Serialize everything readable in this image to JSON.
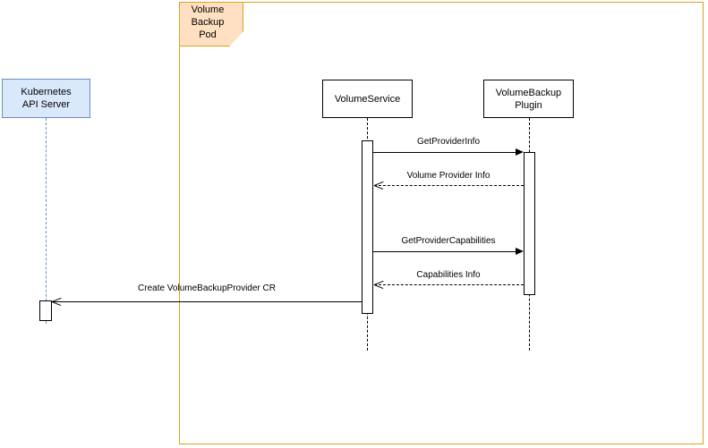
{
  "diagram": {
    "type": "uml-sequence-diagram",
    "frame": {
      "label": "Volume Backup Pod",
      "label_lines": [
        "Volume",
        "Backup",
        "Pod"
      ],
      "border_color": "#d6a41e",
      "tab_fill": "#ffe0c2"
    },
    "participants": [
      {
        "id": "k8s-api-server",
        "label": "Kubernetes API Server",
        "label_lines": [
          "Kubernetes",
          "API Server"
        ],
        "fill": "#dae8fc",
        "border": "#6c8ebf",
        "inside_frame": false
      },
      {
        "id": "volume-service",
        "label": "VolumeService",
        "label_lines": [
          "VolumeService"
        ],
        "fill": "#ffffff",
        "border": "#000000",
        "inside_frame": true
      },
      {
        "id": "volume-backup-plugin",
        "label": "VolumeBackup Plugin",
        "label_lines": [
          "VolumeBackup",
          "Plugin"
        ],
        "fill": "#ffffff",
        "border": "#000000",
        "inside_frame": true
      }
    ],
    "messages": [
      {
        "seq": 1,
        "label": "GetProviderInfo",
        "from": "volume-service",
        "to": "volume-backup-plugin",
        "direction": "right",
        "style": "solid",
        "arrowhead": "filled"
      },
      {
        "seq": 2,
        "label": "Volume Provider Info",
        "from": "volume-backup-plugin",
        "to": "volume-service",
        "direction": "left",
        "style": "dashed",
        "arrowhead": "open"
      },
      {
        "seq": 3,
        "label": "GetProviderCapabilities",
        "from": "volume-service",
        "to": "volume-backup-plugin",
        "direction": "right",
        "style": "solid",
        "arrowhead": "filled"
      },
      {
        "seq": 4,
        "label": "Capabilities Info",
        "from": "volume-backup-plugin",
        "to": "volume-service",
        "direction": "left",
        "style": "dashed",
        "arrowhead": "open"
      },
      {
        "seq": 5,
        "label": "Create VolumeBackupProvider CR",
        "from": "volume-service",
        "to": "k8s-api-server",
        "direction": "left",
        "style": "solid",
        "arrowhead": "open"
      }
    ]
  }
}
